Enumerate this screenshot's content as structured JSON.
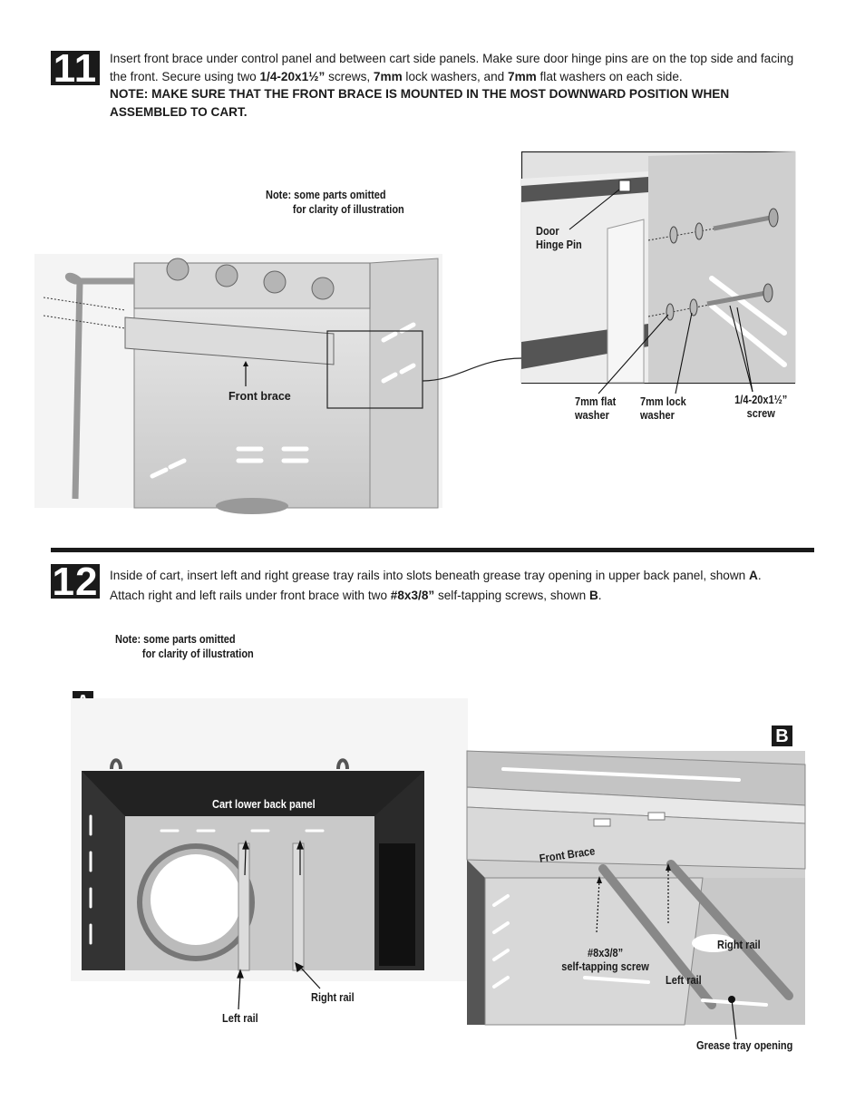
{
  "step11": {
    "number": "11",
    "text_1": "Insert front brace under control panel and between cart side panels. Make sure door hinge pins are on the top side and facing the front. Secure using two ",
    "screw_spec": "1/4-20x1½”",
    "text_2": " screws, ",
    "lock_spec": "7mm",
    "text_3": " lock washers, and ",
    "flat_spec": "7mm",
    "text_4": " flat washers on each side.",
    "note_caps": "NOTE: MAKE SURE THAT THE FRONT BRACE IS MOUNTED IN THE MOST DOWNWARD POSITION WHEN ASSEMBLED TO CART.",
    "illustration_note_1": "Note: some parts omitted",
    "illustration_note_2": "for clarity of illustration",
    "labels": {
      "front_brace": "Front brace",
      "door_hinge_pin_1": "Door",
      "door_hinge_pin_2": "Hinge Pin",
      "flat_washer_1": "7mm flat",
      "flat_washer_2": "washer",
      "lock_washer_1": "7mm lock",
      "lock_washer_2": "washer",
      "screw_1": "1/4-20x1½”",
      "screw_2": "screw"
    }
  },
  "step12": {
    "number": "12",
    "text_1": "Inside of cart, insert left and right grease tray rails into slots beneath grease tray opening in upper back panel, shown ",
    "ref_a": "A",
    "text_2": ".",
    "text_3": "Attach right and  left rails under front brace with two ",
    "screw_spec": "#8x3/8”",
    "text_4": " self-tapping screws, shown ",
    "ref_b": "B",
    "text_5": ".",
    "illustration_note_1": "Note: some parts omitted",
    "illustration_note_2": "for clarity of illustration",
    "panel_a": {
      "letter": "A",
      "cart_lower_back_panel": "Cart lower back panel",
      "left_rail": "Left rail",
      "right_rail": "Right rail"
    },
    "panel_b": {
      "letter": "B",
      "front_brace": "Front Brace",
      "screw_1": "#8x3/8”",
      "screw_2": "self-tapping screw",
      "right_rail": "Right rail",
      "left_rail": "Left rail",
      "grease_tray_opening": "Grease tray opening"
    }
  }
}
